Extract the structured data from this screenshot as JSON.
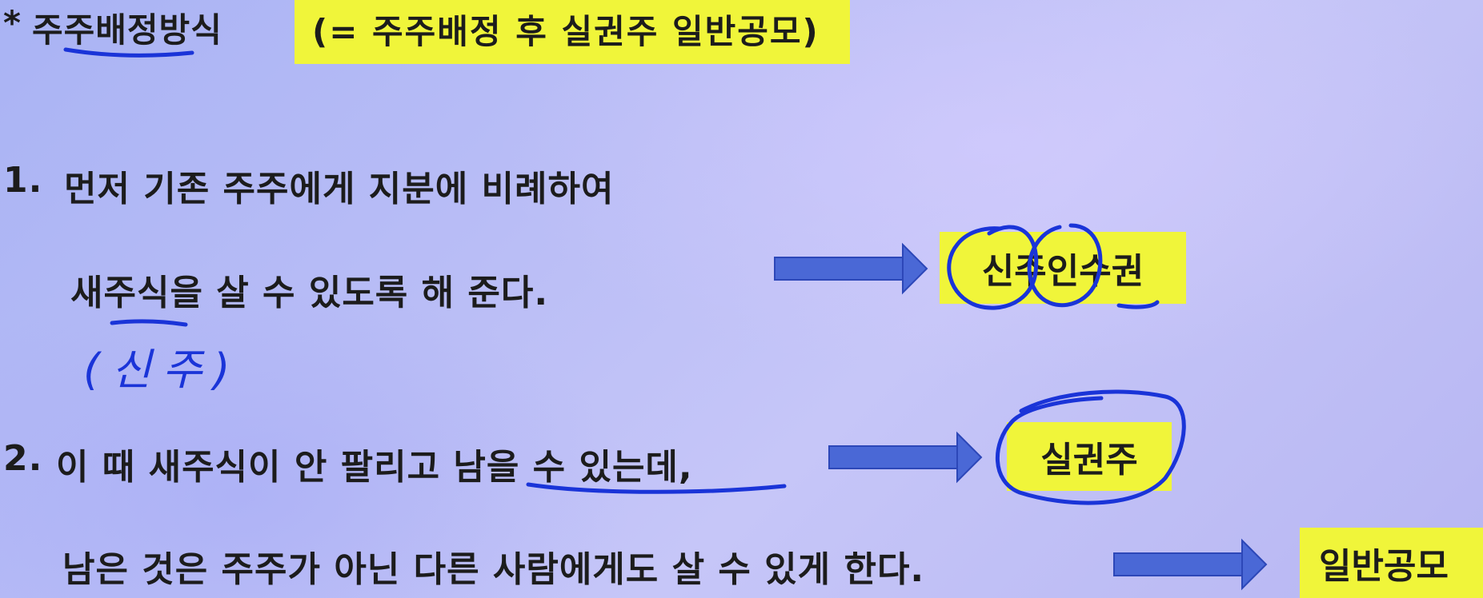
{
  "heading": {
    "bullet": "*",
    "title": "주주배정방식",
    "highlight": "(= 주주배정 후 실권주 일반공모)"
  },
  "items": [
    {
      "number": "1.",
      "line1": "먼저 기존 주주에게 지분에 비례하여",
      "line2": "새주식을 살 수 있도록 해 준다."
    },
    {
      "number": "2.",
      "line1": "이 때 새주식이 안 팔리고 남을 수 있는데,",
      "line2": "남은 것은 주주가 아닌 다른 사람에게도 살 수 있게 한다."
    }
  ],
  "handwriting": {
    "note": "(신주)"
  },
  "badges": {
    "rights": "신주인수권",
    "forfeited": "실권주",
    "public_offering": "일반공모"
  },
  "colors": {
    "highlight": "#f0f53a",
    "arrow": "#4a68d6",
    "ink": "#1a34d8"
  }
}
